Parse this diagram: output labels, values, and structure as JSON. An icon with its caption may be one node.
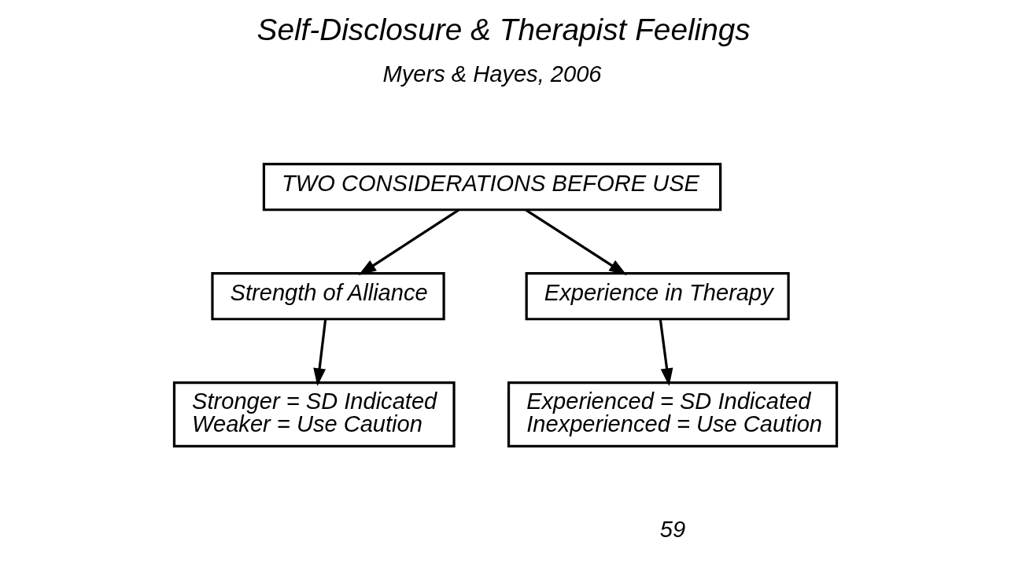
{
  "diagram": {
    "title": "Self-Disclosure & Therapist Feelings",
    "nodes": [
      {
        "text": [
          "TWO CONSIDERATIONS BEFORE USE"
        ]
      },
      {
        "text": [
          "Strength of Alliance"
        ]
      },
      {
        "text": [
          "Experience in Therapy"
        ]
      },
      {
        "text": [
          "Stronger = SD Indicated",
          "Weaker = Use Caution"
        ]
      },
      {
        "text": [
          "Experienced = SD Indicated",
          "Inexperienced = Use Caution"
        ]
      }
    ],
    "edges": [
      {
        "from": 0,
        "to": 1,
        "arrow": "to"
      },
      {
        "from": 0,
        "to": 2,
        "arrow": "to"
      },
      {
        "from": 1,
        "to": 3,
        "arrow": "to"
      },
      {
        "from": 2,
        "to": 4,
        "arrow": "to"
      }
    ],
    "labels": [
      "Myers & Hayes, 2006",
      "59"
    ]
  }
}
